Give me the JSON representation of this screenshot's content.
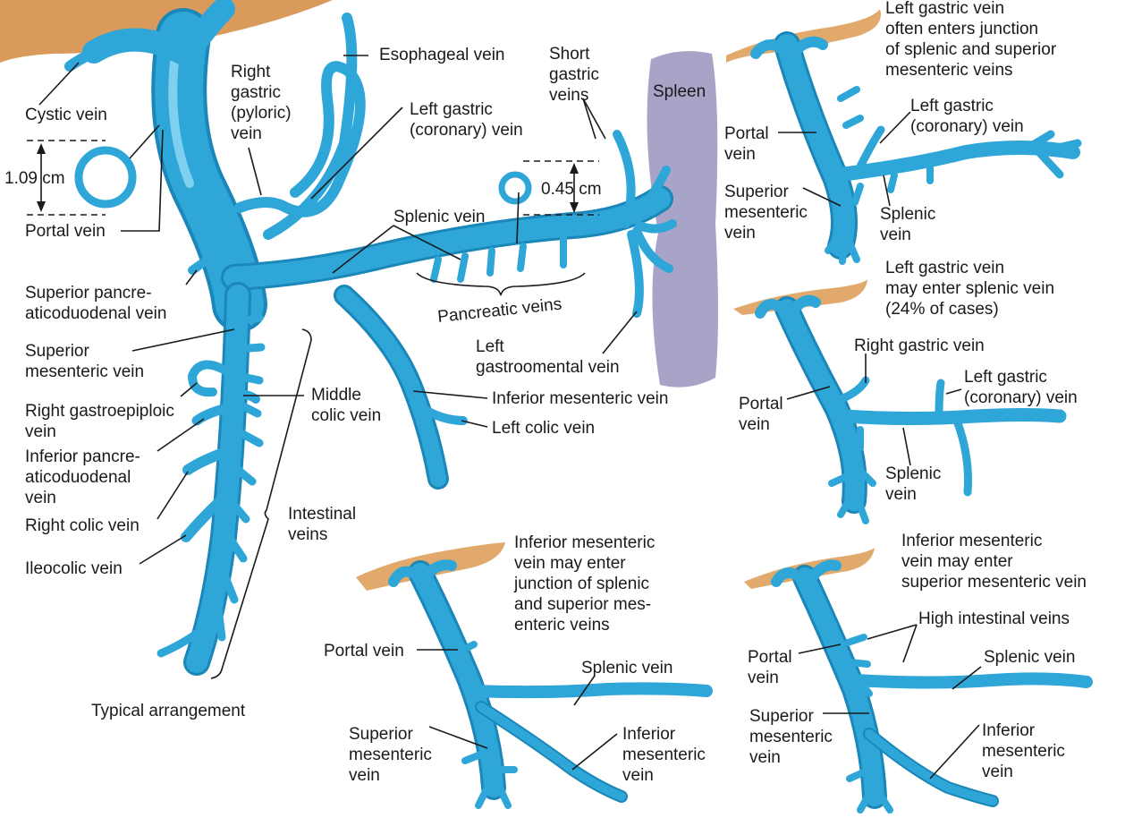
{
  "main": {
    "caption": "Typical arrangement",
    "labels": {
      "cystic": "Cystic vein",
      "esophageal": "Esophageal vein",
      "right_gastric": "Right gastric (pyloric) vein",
      "left_gastric": "Left gastric (coronary) vein",
      "short_gastric": "Short gastric veins",
      "spleen": "Spleen",
      "portal": "Portal vein",
      "splenic": "Splenic vein",
      "sup_pancreatico": "Superior pancreaticoduodenal vein",
      "sup_mesenteric": "Superior mesenteric vein",
      "pancreatic": "Pancreatic veins",
      "left_gastroomental": "Left gastroomental vein",
      "middle_colic": "Middle colic vein",
      "inferior_mesenteric": "Inferior mesenteric vein",
      "right_gastroepiploic": "Right gastroepiploic vein",
      "left_colic": "Left colic vein",
      "inf_pancreatico": "Inferior pancreaticoduodenal vein",
      "intestinal": "Intestinal veins",
      "right_colic": "Right colic vein",
      "ileocolic": "Ileocolic vein"
    },
    "measurements": {
      "portal_diameter": "1.09 cm",
      "splenic_diameter": "0.45 cm"
    }
  },
  "variants": [
    {
      "caption": "Left gastric vein often enters junction of splenic and superior mesenteric veins",
      "labels": [
        "Portal vein",
        "Left gastric (coronary) vein",
        "Superior mesenteric vein",
        "Splenic vein"
      ]
    },
    {
      "caption": "Left gastric vein may enter splenic vein (24% of cases)",
      "labels": [
        "Right gastric vein",
        "Left gastric (coronary) vein",
        "Portal vein",
        "Splenic vein"
      ]
    },
    {
      "caption": "Inferior mesenteric vein may enter junction of splenic and superior mesenteric veins",
      "labels": [
        "Portal vein",
        "Splenic vein",
        "Superior mesenteric vein",
        "Inferior mesenteric vein"
      ]
    },
    {
      "caption": "Inferior mesenteric vein may enter superior mesenteric vein",
      "labels": [
        "High intestinal veins",
        "Portal vein",
        "Splenic vein",
        "Superior mesenteric vein",
        "Inferior mesenteric vein"
      ]
    }
  ],
  "colors": {
    "vein": "#2fa6d8",
    "vein_dark": "#1b86b8",
    "liver": "#d99a5c",
    "spleen": "#a7a4c8"
  }
}
